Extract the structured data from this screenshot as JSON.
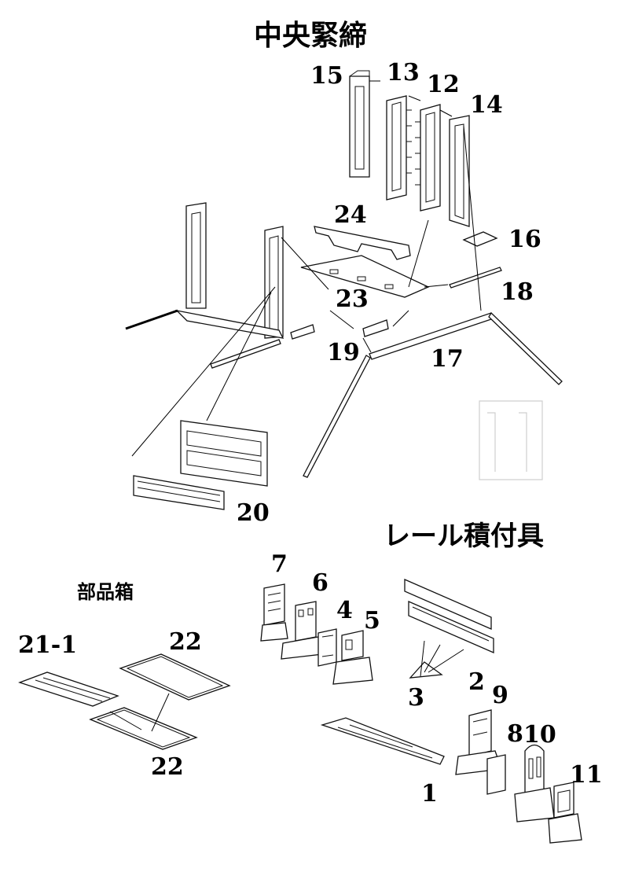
{
  "sections": {
    "center": "中央緊締",
    "rail": "レール積付具",
    "box": "部品箱"
  },
  "labels": {
    "p15": "15",
    "p13": "13",
    "p12": "12",
    "p14": "14",
    "p24": "24",
    "p16": "16",
    "p23": "23",
    "p18": "18",
    "p19": "19",
    "p17": "17",
    "p20": "20",
    "p7": "7",
    "p6": "6",
    "p4": "4",
    "p5": "5",
    "p3": "3",
    "p2": "2",
    "p9": "9",
    "p8": "8",
    "p10": "10",
    "p11": "11",
    "p1": "1",
    "p21_1": "21-1",
    "p22a": "22",
    "p22b": "22"
  }
}
